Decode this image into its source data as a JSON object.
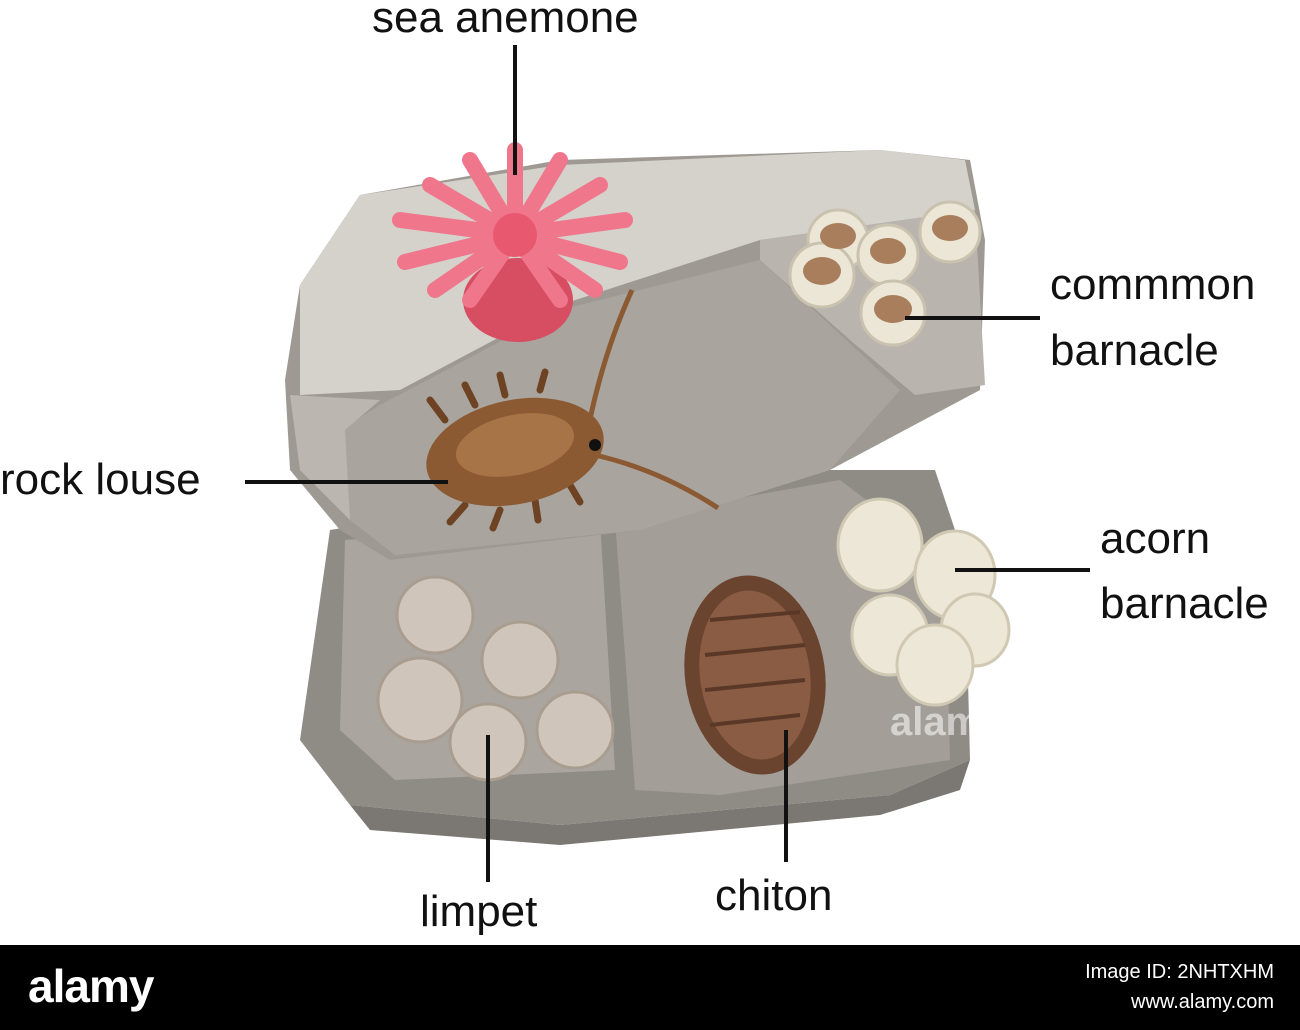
{
  "labels": {
    "sea_anemone": "sea anemone",
    "common_barnacle_line1": "commmon",
    "common_barnacle_line2": "barnacle",
    "rock_louse": "rock louse",
    "acorn_barnacle_line1": "acorn",
    "acorn_barnacle_line2": "barnacle",
    "limpet": "limpet",
    "chiton": "chiton"
  },
  "watermark": "alamy",
  "footer": {
    "brand": "alamy",
    "image_id": "Image ID: 2NHTXHM",
    "site": "www.alamy.com"
  },
  "colors": {
    "rock_light": "#d6d2cc",
    "rock_mid": "#a19d96",
    "rock_dark": "#88847e",
    "anemone": "#f0768c",
    "louse": "#8b5a32",
    "chiton": "#6b4430",
    "barnacle": "#ebe6d6",
    "limpet": "#c7bcb1"
  }
}
